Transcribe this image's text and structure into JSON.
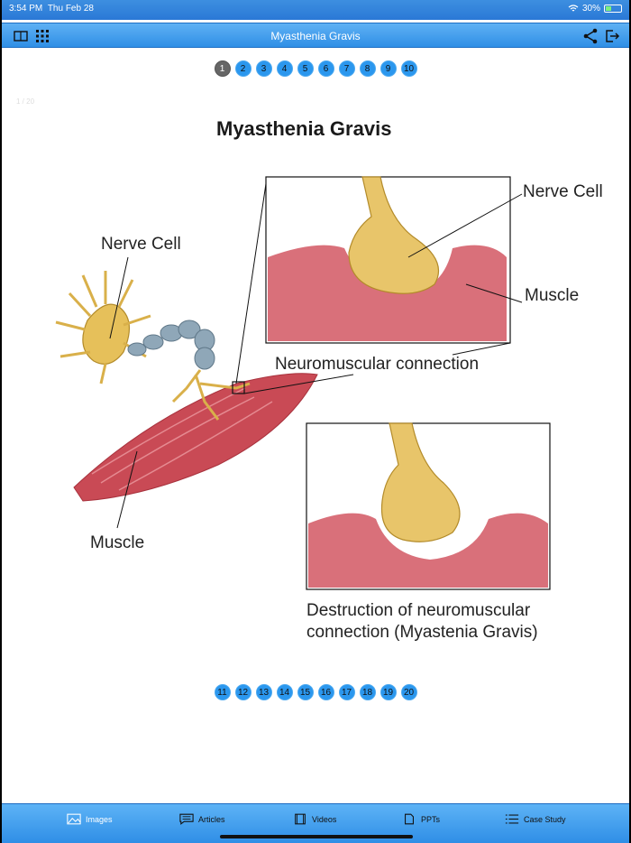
{
  "status_bar": {
    "time": "3:54 PM",
    "date": "Thu Feb 28",
    "battery": "30%"
  },
  "nav": {
    "title": "Myasthenia Gravis"
  },
  "pager_top": [
    "1",
    "2",
    "3",
    "4",
    "5",
    "6",
    "7",
    "8",
    "9",
    "10"
  ],
  "pager_bottom": [
    "11",
    "12",
    "13",
    "14",
    "15",
    "16",
    "17",
    "18",
    "19",
    "20"
  ],
  "faint_text": "1 / 20",
  "figure": {
    "title": "Myasthenia Gravis",
    "label_nerve_cell_left": "Nerve Cell",
    "label_muscle_left": "Muscle",
    "label_nerve_cell_inset": "Nerve Cell",
    "label_muscle_inset": "Muscle",
    "label_connection": "Neuromuscular connection",
    "caption_line1": "Destruction of neuromuscular",
    "caption_line2": "connection (Myastenia Gravis)"
  },
  "tabs": [
    {
      "label": "Images",
      "icon": "image-icon"
    },
    {
      "label": "Articles",
      "icon": "articles-icon"
    },
    {
      "label": "Videos",
      "icon": "video-icon"
    },
    {
      "label": "PPTs",
      "icon": "ppt-icon"
    },
    {
      "label": "Case Study",
      "icon": "list-icon"
    }
  ],
  "colors": {
    "accent": "#2f8fe6",
    "muscle": "#c94a55",
    "nerve": "#e6c05a"
  }
}
